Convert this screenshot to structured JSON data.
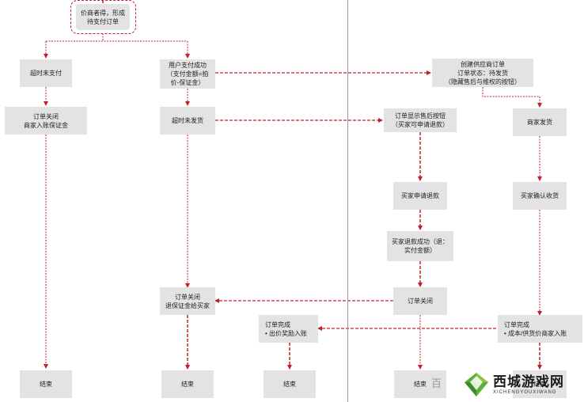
{
  "nodes": {
    "start": "价商者得，形成\n待支付订单",
    "timeout_unpaid": "超时未支付",
    "order_closed_deposit": "订单关闭\n商家入账保证金",
    "paid": "用户支付成功\n（支付金额=拍\n价-保证金）",
    "timeout_unshipped": "超时未发货",
    "create_supplier_order": "创建供应商订单\n订单状态：待发货\n（隐藏售后与维权的按钮）",
    "show_aftersale": "订单显示售后按钮\n（买家可申请退款）",
    "merchant_ship": "商家发货",
    "buyer_refund_request": "买家申请退款",
    "buyer_confirm": "买家确认收货",
    "refund_success": "买家退款成功（退：\n实付金额）",
    "order_closed_2": "订单关闭",
    "order_closed_refund": "订单关闭\n退保证金给买家",
    "order_complete_a": "订单完成\n• 出价奖励入账",
    "order_complete_b": "订单完成\n• 成本/供货价商家入账",
    "end_1": "结束",
    "end_2": "结束",
    "end_3": "结束",
    "end_4": "结束",
    "end_5": "结束"
  },
  "watermark": {
    "prefix": "百",
    "main": "西城游戏网",
    "sub": "XICHENGYOUXIWANG"
  },
  "colors": {
    "arrow_red": "#c0202a",
    "box_gray": "#e3e3e3",
    "divider": "#9a9a9a"
  }
}
